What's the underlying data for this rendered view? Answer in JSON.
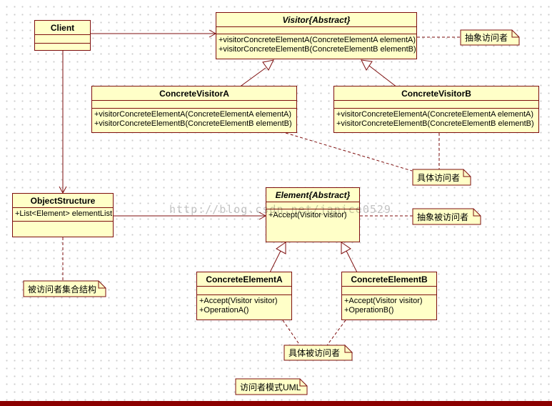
{
  "colors": {
    "box_fill": "#FFFFC8",
    "line": "#7E0E0E",
    "watermark": "#C3C3C3",
    "bottom_bar": "#8B0000",
    "canvas_dots": "#CCCCCC"
  },
  "watermark": {
    "text": "http://blog.csdn.net/janice0529"
  },
  "classes": {
    "client": {
      "name": "Client"
    },
    "visitor": {
      "name": "Visitor{Abstract}",
      "methods": [
        "+visitorConcreteElementA(ConcreteElementA elementA)",
        "+visitorConcreteElementB(ConcreteElementB elementB)"
      ]
    },
    "concrete_visitor_a": {
      "name": "ConcreteVisitorA",
      "methods": [
        "+visitorConcreteElementA(ConcreteElementA elementA)",
        "+visitorConcreteElementB(ConcreteElementB elementB)"
      ]
    },
    "concrete_visitor_b": {
      "name": "ConcreteVisitorB",
      "methods": [
        "+visitorConcreteElementA(ConcreteElementA elementA)",
        "+visitorConcreteElementB(ConcreteElementB elementB)"
      ]
    },
    "object_structure": {
      "name": "ObjectStructure",
      "attributes": [
        "+List<Element> elementList"
      ]
    },
    "element": {
      "name": "Element{Abstract}",
      "methods": [
        "+Accept(Visitor visitor)"
      ]
    },
    "concrete_element_a": {
      "name": "ConcreteElementA",
      "methods": [
        "+Accept(Visitor visitor)",
        "+OperationA()"
      ]
    },
    "concrete_element_b": {
      "name": "ConcreteElementB",
      "methods": [
        "+Accept(Visitor visitor)",
        "+OperationB()"
      ]
    }
  },
  "notes": {
    "abstract_visitor": "抽象访问者",
    "concrete_visitor": "具体访问者",
    "abstract_element": "抽象被访问者",
    "collection_structure": "被访问者集合结构",
    "concrete_element": "具体被访问者",
    "uml_title": "访问者模式UML"
  }
}
